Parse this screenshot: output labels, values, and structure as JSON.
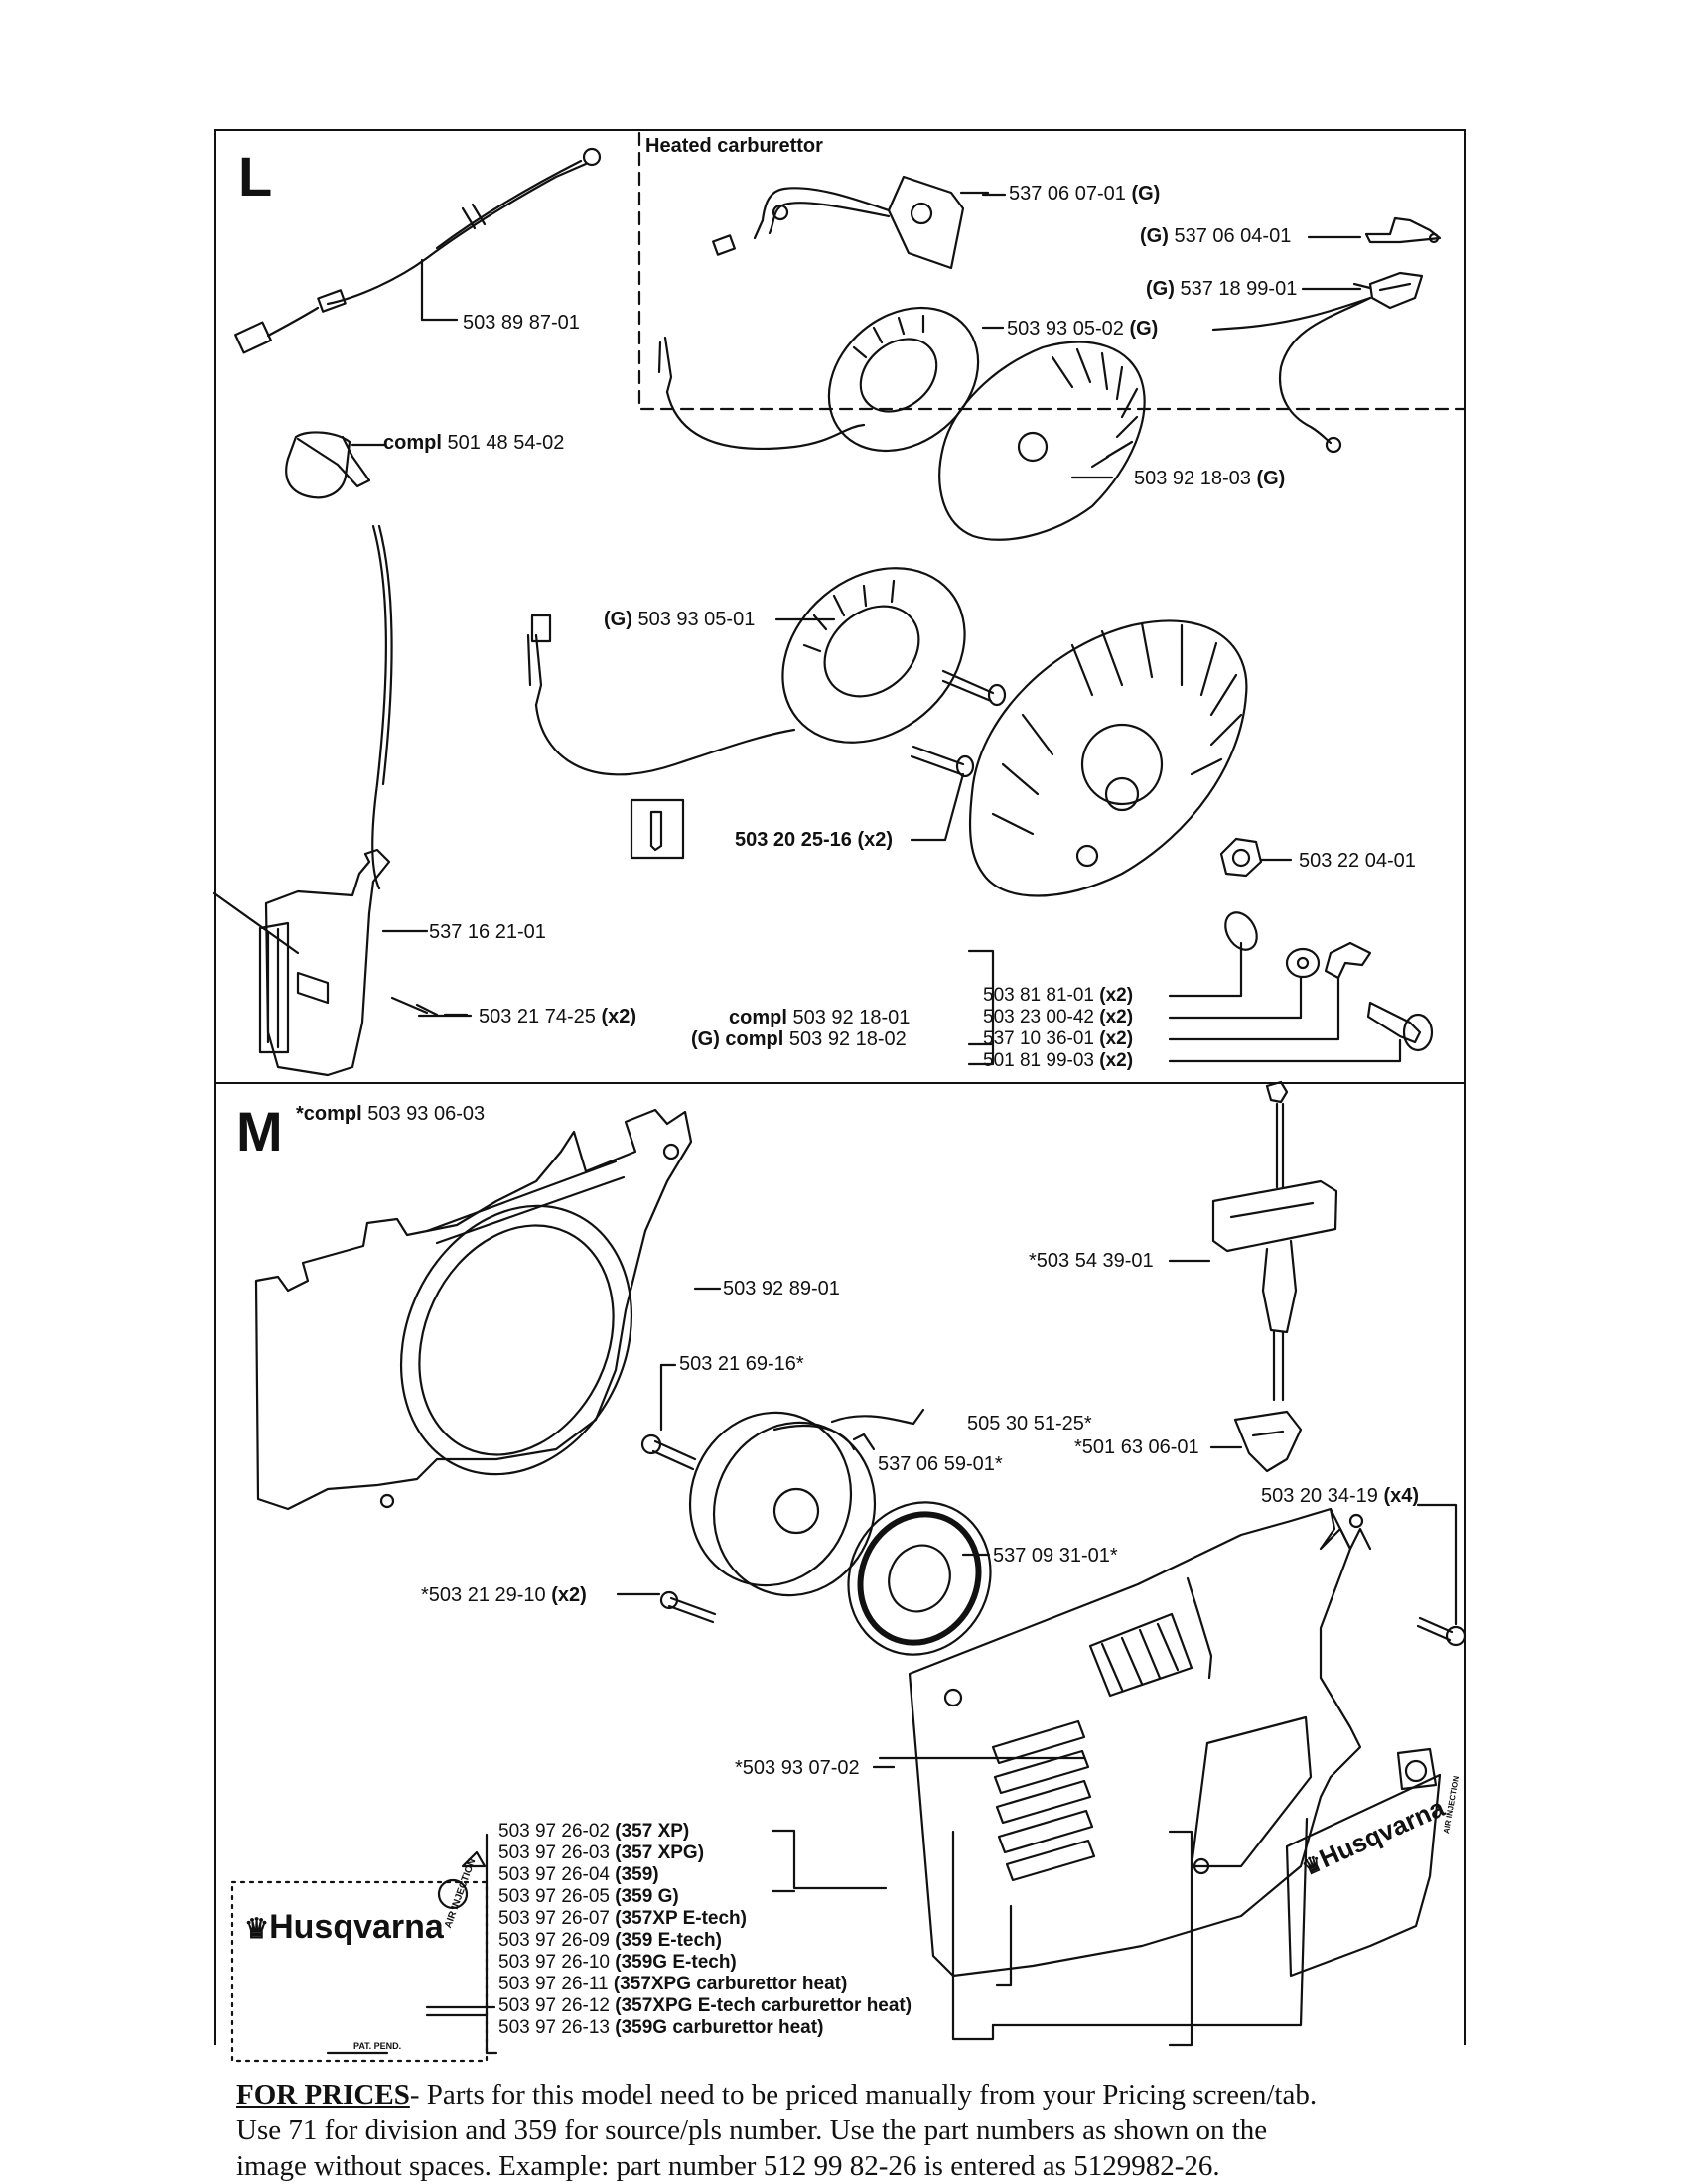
{
  "sections": {
    "L": {
      "letter": "L",
      "heated_title": "Heated carburettor",
      "labels": {
        "p537060701": {
          "num": "537 06 07-01",
          "suffix": "(G)"
        },
        "p537060401": {
          "prefix": "(G)",
          "num": "537 06 04-01"
        },
        "p537189901": {
          "prefix": "(G)",
          "num": "537 18 99-01"
        },
        "p503898701": {
          "num": "503 89 87-01"
        },
        "p503930502": {
          "num": "503 93 05-02",
          "suffix": "(G)"
        },
        "p501485402": {
          "prefix": "compl",
          "num": "501 48 54-02"
        },
        "p503921803g": {
          "num": "503 92 18-03",
          "suffix": "(G)"
        },
        "p503930501": {
          "prefix": "(G)",
          "num": "503 93 05-01"
        },
        "p503202516": {
          "num": "503 20 25-16",
          "suffix": "(x2)"
        },
        "p503220401": {
          "num": "503 22 04-01"
        },
        "p537162101": {
          "num": "537 16 21-01"
        },
        "p503217425": {
          "num": "503 21 74-25",
          "suffix": "(x2)"
        },
        "compl1": {
          "prefix": "compl",
          "num": "503 92 18-01"
        },
        "compl2": {
          "prefix": "(G) compl",
          "num": "503 92 18-02"
        },
        "p503818101": {
          "num": "503 81 81-01",
          "suffix": "(x2)"
        },
        "p503230042": {
          "num": "503 23 00-42",
          "suffix": "(x2)"
        },
        "p537103601": {
          "num": "537 10 36-01",
          "suffix": "(x2)"
        },
        "p501819903": {
          "num": "501 81 99-03",
          "suffix": "(x2)"
        }
      }
    },
    "M": {
      "letter": "M",
      "compl_title": {
        "prefix": "*compl",
        "num": "503 93 06-03"
      },
      "labels": {
        "p503928901": "503 92 89-01",
        "p503216916": "503 21 69-16*",
        "p503543901": "*503 54 39-01",
        "p505305125": "505 30 51-25*",
        "p537065901": "537 06 59-01*",
        "p501630601": "*501 63 06-01",
        "p503203419": {
          "num": "503 20 34-19",
          "suffix": "(x4)"
        },
        "p537093101": "537 09 31-01*",
        "p503212910": {
          "num": "*503 21 29-10",
          "suffix": "(x2)"
        },
        "p503930702": "*503 93 07-02"
      },
      "list": [
        {
          "num": "503 97 26-02",
          "model": "(357 XP)"
        },
        {
          "num": "503 97 26-03",
          "model": "(357 XPG)"
        },
        {
          "num": "503 97 26-04",
          "model": "(359)"
        },
        {
          "num": "503 97 26-05",
          "model": "(359 G)"
        },
        {
          "num": "503 97 26-07",
          "model": "(357XP E-tech)"
        },
        {
          "num": "503 97 26-09",
          "model": "(359 E-tech)"
        },
        {
          "num": "503 97 26-10",
          "model": "(359G E-tech)"
        },
        {
          "num": "503 97 26-11",
          "model": "(357XPG carburettor heat)"
        },
        {
          "num": "503 97 26-12",
          "model": "(357XPG E-tech carburettor heat)"
        },
        {
          "num": "503 97 26-13",
          "model": "(359G carburettor heat)"
        }
      ],
      "logo_text": "Husqvarna",
      "decal_small_text": "AIR INJECTION",
      "pat_text": "PAT. PEND."
    }
  },
  "footer": {
    "heading": "FOR PRICES",
    "text1": "- Parts for this model need to be priced manually from your Pricing screen/tab.",
    "text2": "Use 71 for division and 359 for source/pls number.   Use the part numbers as shown on the",
    "text3": "image without spaces.  Example: part number 512 99 82-26 is entered as 5129982-26."
  }
}
